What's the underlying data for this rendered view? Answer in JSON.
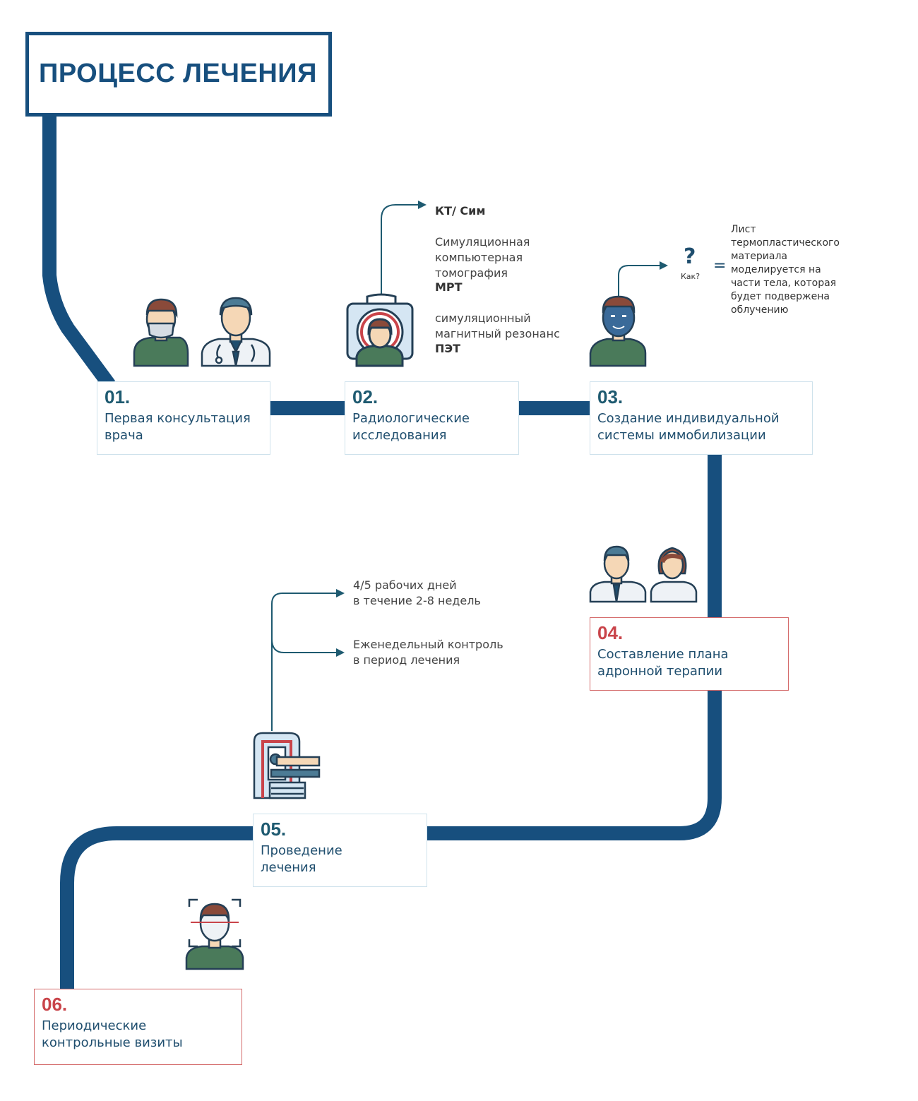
{
  "title": "ПРОЦЕСС ЛЕЧЕНИЯ",
  "steps": [
    {
      "num": "01.",
      "label": "Первая консультация\nврача"
    },
    {
      "num": "02.",
      "label": "Радиологические\nисследования"
    },
    {
      "num": "03.",
      "label": "Создание индивидуальной\nсистемы иммобилизации"
    },
    {
      "num": "04.",
      "label": "Составление плана\nадронной терапии"
    },
    {
      "num": "05.",
      "label": "Проведение\nлечения"
    },
    {
      "num": "06.",
      "label": "Периодические\nконтрольные визиты"
    }
  ],
  "imaging": {
    "ct_title": "КТ/ Сим",
    "ct_desc": "Симуляционная\nкомпьютерная\nтомография",
    "mri_title": "МРТ",
    "mri_desc": "симуляционный\nмагнитный резонанс",
    "pet_title": "ПЭТ"
  },
  "mask": {
    "question": "?",
    "how": "Как?",
    "equals": "=",
    "desc": "Лист\nтермопластического\nматериала\nмоделируется на\nчасти тела, которая\nбудет подвержена\nоблучению"
  },
  "treatment": {
    "schedule": "4/5 рабочих дней\nв течение 2-8 недель",
    "control": "Еженедельный контроль\nв период лечения"
  },
  "colors": {
    "path": "#174f7e",
    "accent_red": "#c9444a",
    "teal": "#1e5a70",
    "shirt_green": "#4a7a5a",
    "hair_brown": "#8a4a3a"
  },
  "icons": [
    "masked-patient-icon",
    "doctor-icon",
    "ct-scanner-icon",
    "mask-patient-icon",
    "doctors-team-icon",
    "radiotherapy-machine-icon",
    "face-scan-icon"
  ]
}
